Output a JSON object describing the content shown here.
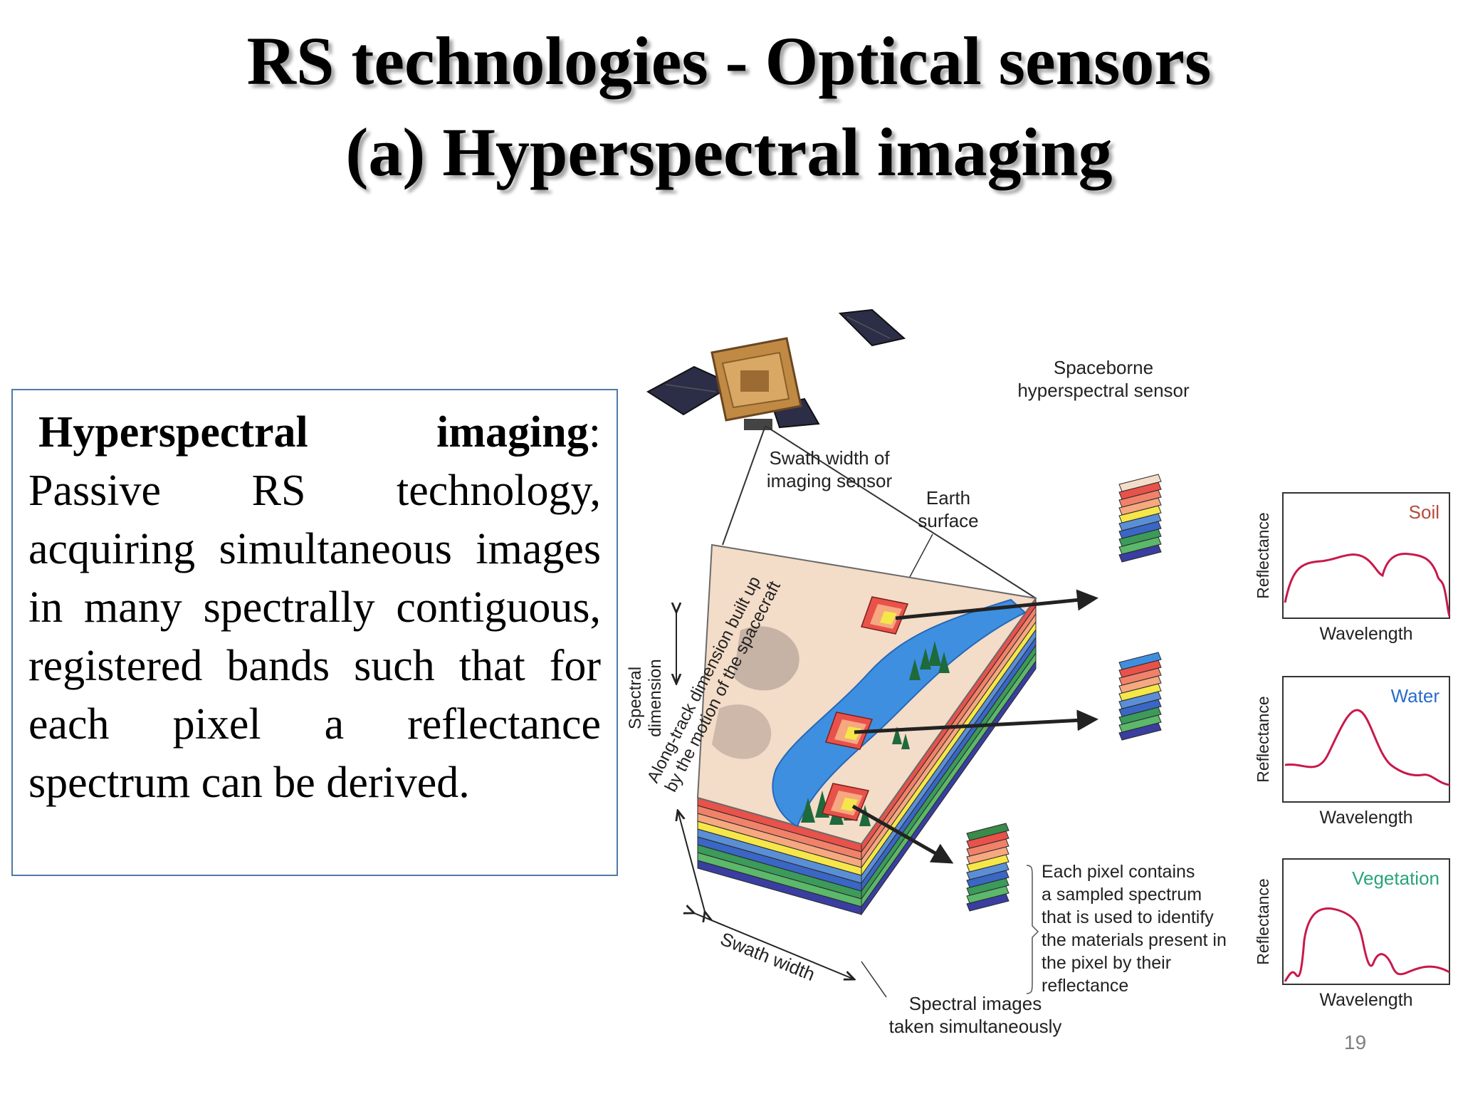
{
  "title": {
    "line1": "RS technologies - Optical sensors",
    "line2": "(a) Hyperspectral imaging"
  },
  "definition": {
    "term": "Hyperspectral imaging",
    "separator": ":",
    "text": "Passive RS technology, acquiring simultaneous images in many spectrally contiguous, registered bands such that for each pixel a reflectance spectrum can be derived."
  },
  "diagram": {
    "sensor_label": [
      "Spaceborne",
      "hyperspectral sensor"
    ],
    "swath_label": [
      "Swath width of",
      "imaging sensor"
    ],
    "earth_label": [
      "Earth",
      "surface"
    ],
    "along_track_label": [
      "Along-track dimension built up",
      "by the motion of the spacecraft"
    ],
    "spectral_dim_label": [
      "Spectral",
      "dimension"
    ],
    "swath_width_label": "Swath width",
    "spectral_images_label": [
      "Spectral images",
      "taken simultaneously"
    ],
    "pixel_label": [
      "Each pixel contains",
      "a sampled spectrum",
      "that is used to identify",
      "the materials present in",
      "the pixel by their",
      "reflectance"
    ],
    "band_colors": [
      "#e8524a",
      "#f0826a",
      "#f6a880",
      "#f5e64a",
      "#5a8fd6",
      "#3a66c4",
      "#3c9a5a",
      "#5cb86a",
      "#3a3ea0"
    ],
    "accent": "#c8194a",
    "plots": [
      {
        "name": "Soil",
        "color": "#b54a3c",
        "ylabel": "Reflectance",
        "xlabel": "Wavelength"
      },
      {
        "name": "Water",
        "color": "#2a6cc8",
        "ylabel": "Reflectance",
        "xlabel": "Wavelength"
      },
      {
        "name": "Vegetation",
        "color": "#2aa37a",
        "ylabel": "Reflectance",
        "xlabel": "Wavelength"
      }
    ]
  },
  "page_number": "19"
}
